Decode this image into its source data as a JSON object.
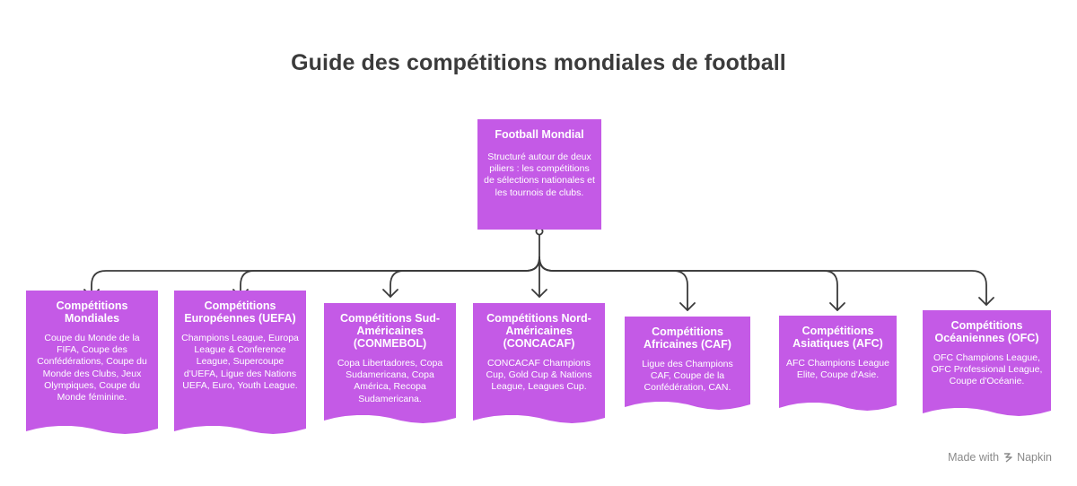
{
  "title": "Guide des compétitions mondiales de football",
  "root": {
    "head": "Football Mondial",
    "body": "Structuré autour de deux piliers : les compétitions de sélections nationales et les tournois de clubs."
  },
  "cards": [
    {
      "head": "Compétitions Mondiales",
      "body": "Coupe du Monde de la FIFA, Coupe des Confédérations, Coupe du Monde des Clubs, Jeux Olympiques, Coupe du Monde féminine."
    },
    {
      "head": "Compétitions Européennes (UEFA)",
      "body": "Champions League, Europa League & Conference League, Supercoupe d'UEFA, Ligue des Nations UEFA, Euro, Youth League."
    },
    {
      "head": "Compétitions Sud-Américaines (CONMEBOL)",
      "body": "Copa Libertadores, Copa Sudamericana, Copa América, Recopa Sudamericana."
    },
    {
      "head": "Compétitions Nord-Américaines (CONCACAF)",
      "body": "CONCACAF Champions Cup, Gold Cup & Nations League, Leagues Cup."
    },
    {
      "head": "Compétitions Africaines (CAF)",
      "body": "Ligue des Champions CAF, Coupe de la Confédération, CAN."
    },
    {
      "head": "Compétitions Asiatiques (AFC)",
      "body": "AFC Champions League Elite, Coupe d'Asie."
    },
    {
      "head": "Compétitions Océaniennes (OFC)",
      "body": "OFC Champions League, OFC Professional League, Coupe d'Océanie."
    }
  ],
  "footer": {
    "made_with": "Made with",
    "brand": "Napkin"
  },
  "colors": {
    "node": "#c45ae6",
    "connector": "#3a3a3a",
    "title": "#3b3b3b"
  }
}
